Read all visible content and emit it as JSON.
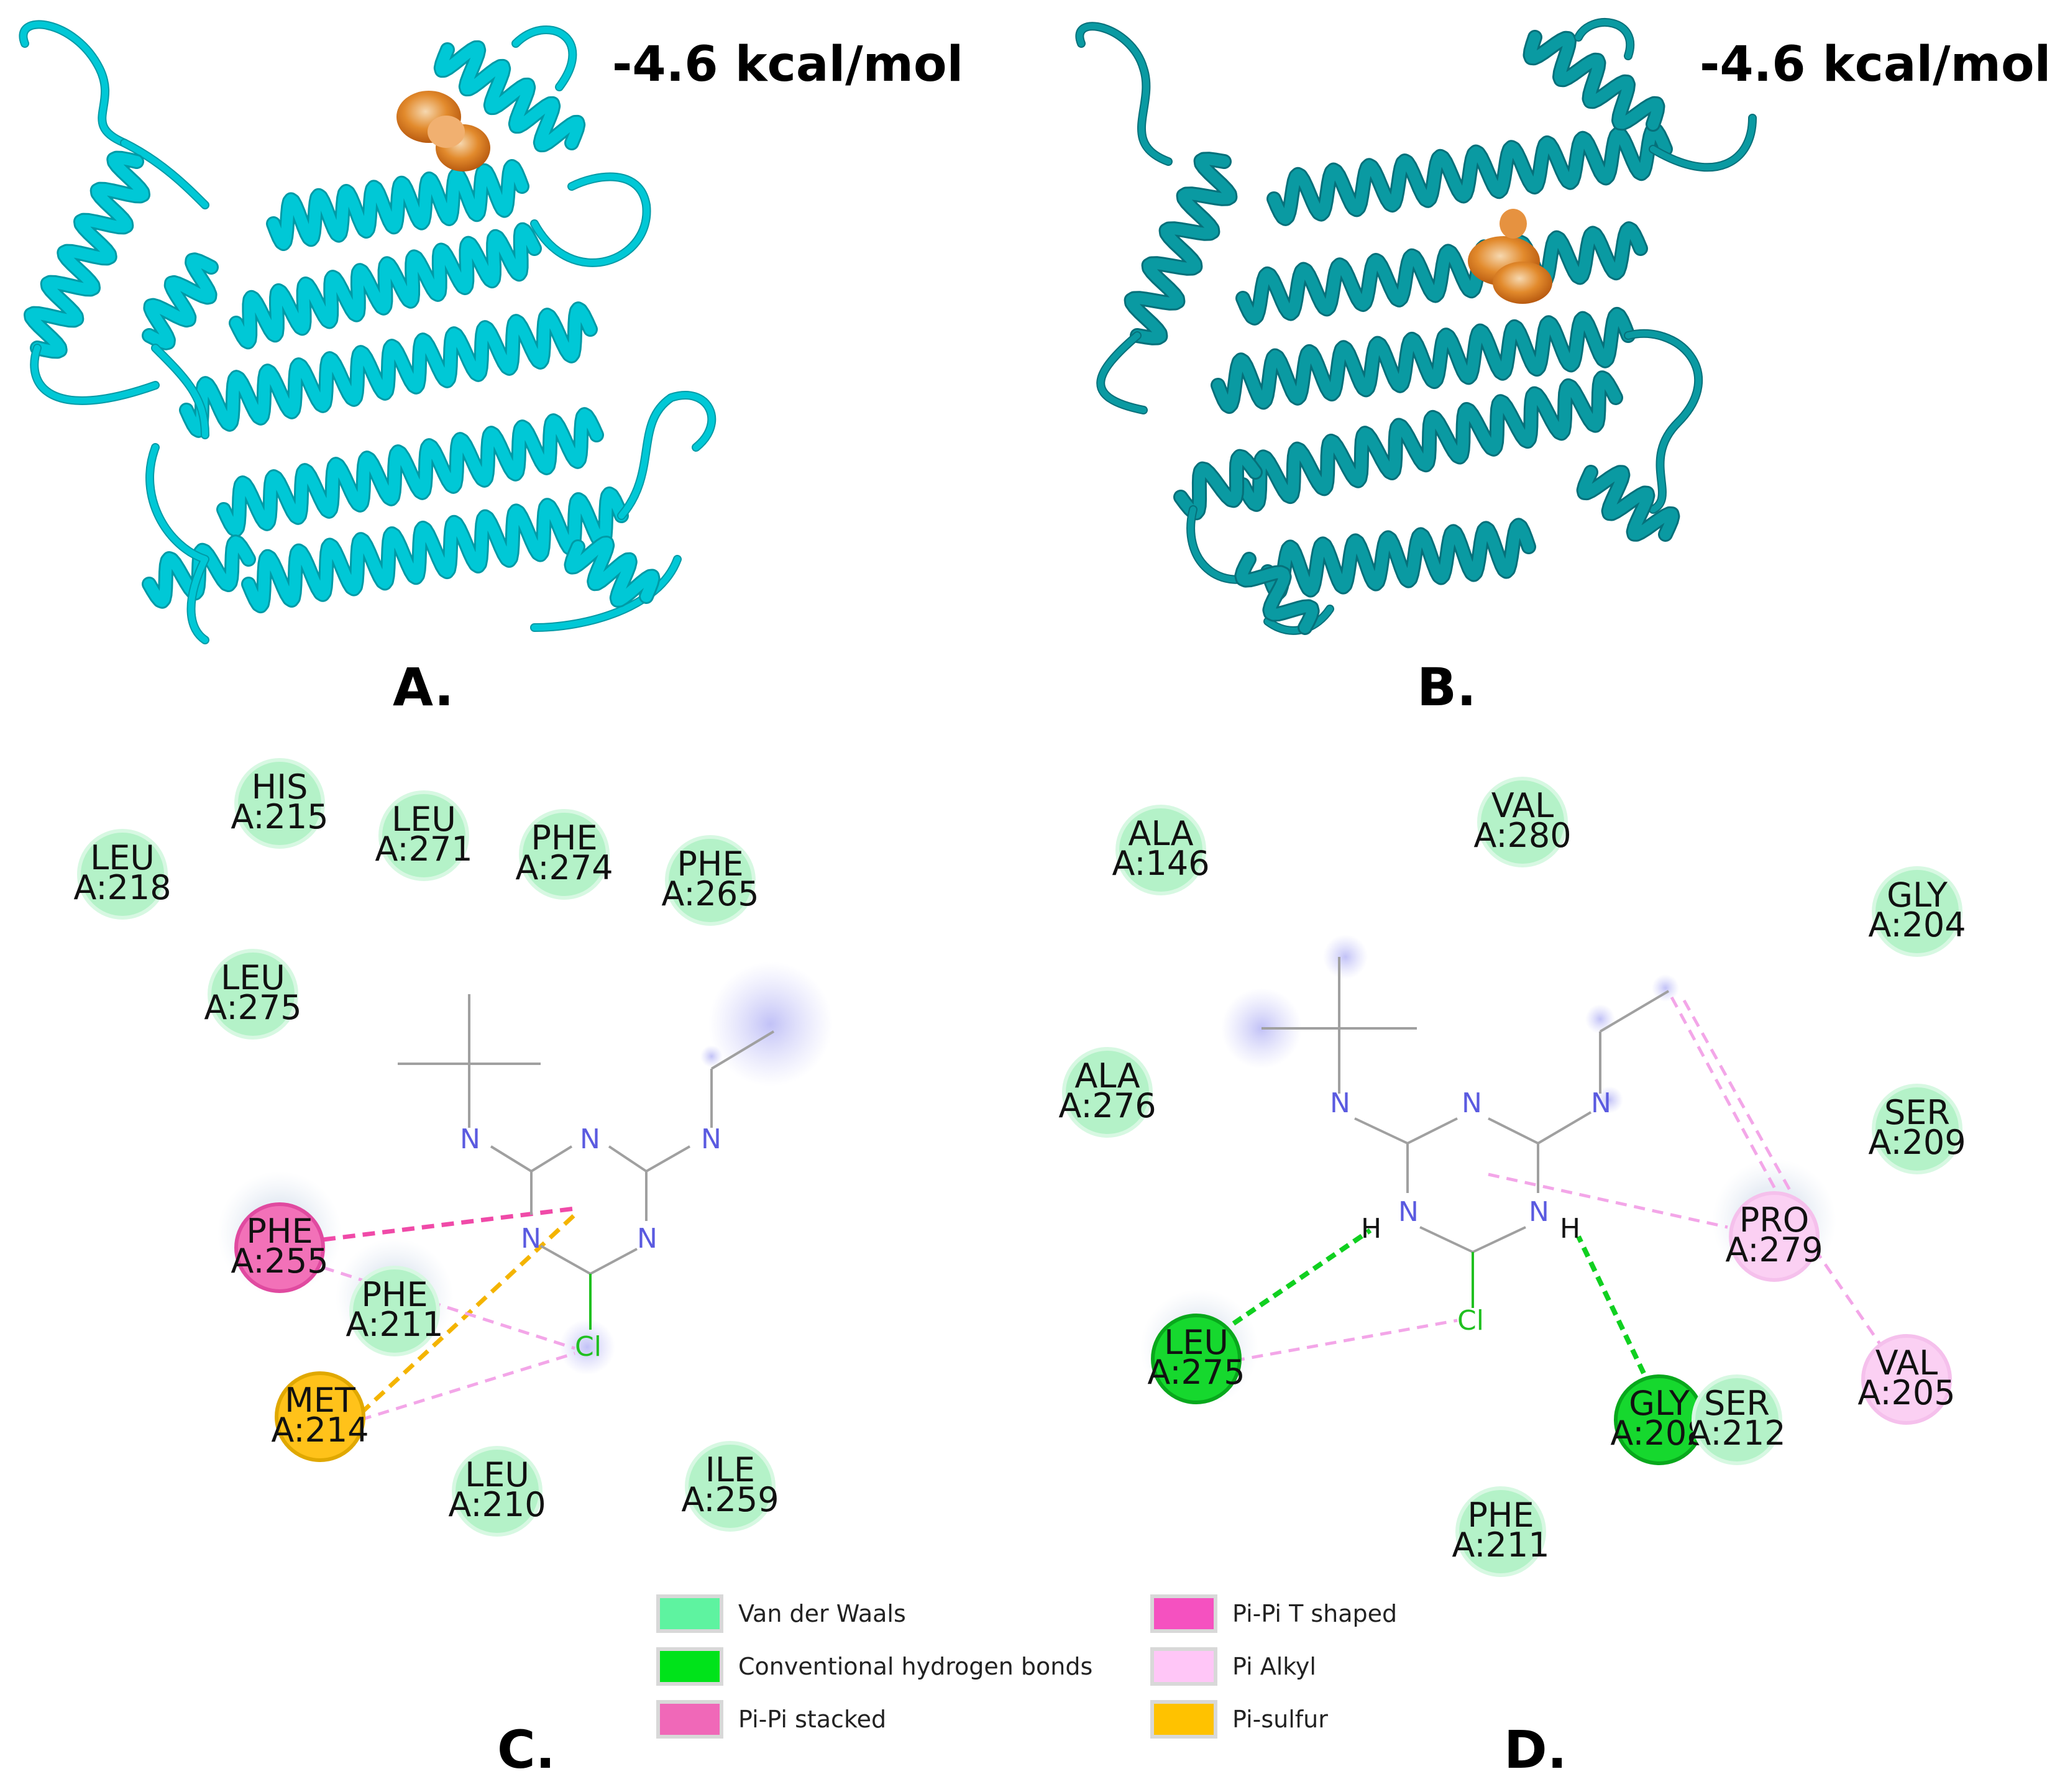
{
  "panels": {
    "A": {
      "letter": "A.",
      "energy": "-4.6 kcal/mol",
      "ribbon_color": "#00c8d6",
      "ribbon_dark": "#009aa6"
    },
    "B": {
      "letter": "B.",
      "energy": "-4.6 kcal/mol",
      "ribbon_color": "#0a9aa2",
      "ribbon_dark": "#06707a"
    },
    "C": {
      "letter": "C.",
      "residues": [
        {
          "name": "HIS",
          "id": "A:215",
          "type": "vdw"
        },
        {
          "name": "LEU",
          "id": "A:271",
          "type": "vdw"
        },
        {
          "name": "PHE",
          "id": "A:274",
          "type": "vdw"
        },
        {
          "name": "PHE",
          "id": "A:265",
          "type": "vdw"
        },
        {
          "name": "LEU",
          "id": "A:218",
          "type": "vdw"
        },
        {
          "name": "LEU",
          "id": "A:275",
          "type": "vdw"
        },
        {
          "name": "PHE",
          "id": "A:255",
          "type": "pipi_stacked"
        },
        {
          "name": "PHE",
          "id": "A:211",
          "type": "vdw"
        },
        {
          "name": "MET",
          "id": "A:214",
          "type": "pi_sulfur"
        },
        {
          "name": "LEU",
          "id": "A:210",
          "type": "vdw"
        },
        {
          "name": "ILE",
          "id": "A:259",
          "type": "vdw"
        }
      ],
      "atoms": {
        "n": "N",
        "cl": "Cl"
      }
    },
    "D": {
      "letter": "D.",
      "residues": [
        {
          "name": "ALA",
          "id": "A:146",
          "type": "vdw"
        },
        {
          "name": "VAL",
          "id": "A:280",
          "type": "vdw"
        },
        {
          "name": "GLY",
          "id": "A:204",
          "type": "vdw"
        },
        {
          "name": "ALA",
          "id": "A:276",
          "type": "vdw"
        },
        {
          "name": "SER",
          "id": "A:209",
          "type": "vdw"
        },
        {
          "name": "PRO",
          "id": "A:279",
          "type": "pi_alkyl"
        },
        {
          "name": "LEU",
          "id": "A:275",
          "type": "hbond"
        },
        {
          "name": "GLY",
          "id": "A:208",
          "type": "hbond"
        },
        {
          "name": "SER",
          "id": "A:212",
          "type": "vdw"
        },
        {
          "name": "VAL",
          "id": "A:205",
          "type": "pi_alkyl"
        },
        {
          "name": "PHE",
          "id": "A:211",
          "type": "vdw"
        }
      ],
      "atoms": {
        "n": "N",
        "h": "H",
        "cl": "Cl"
      }
    }
  },
  "legend": [
    {
      "key": "vdw",
      "label": "Van der Waals",
      "color": "#5ef3a0"
    },
    {
      "key": "hbond",
      "label": "Conventional hydrogen bonds",
      "color": "#00e31a"
    },
    {
      "key": "pipi_stacked",
      "label": " Pi-Pi stacked",
      "color": "#f068b8"
    },
    {
      "key": "pipi_t",
      "label": "Pi-Pi T shaped",
      "color": "#f551c0"
    },
    {
      "key": "pi_alkyl",
      "label": "Pi Alkyl",
      "color": "#ffc6f7"
    },
    {
      "key": "pi_sulfur",
      "label": "Pi-sulfur",
      "color": "#ffc200"
    }
  ],
  "colors": {
    "vdw_fill": "#b4f2c8",
    "vdw_edge": "#7fe0a6",
    "hbond_fill": "#16d82e",
    "pipi_fill": "#f271b8",
    "pi_alkyl_fill": "#fbd0f3",
    "pi_sulfur_fill": "#ffc21a",
    "ligand_line": "#a0a0a0",
    "nitrogen": "#5a5ae0",
    "chlorine": "#20c020",
    "pipi_line": "#f04aa8",
    "pi_alkyl_line": "#f3a6e8",
    "pi_sulfur_line": "#f4b400",
    "hbond_line": "#10d020",
    "ligand_surface": "#e07a1a"
  }
}
